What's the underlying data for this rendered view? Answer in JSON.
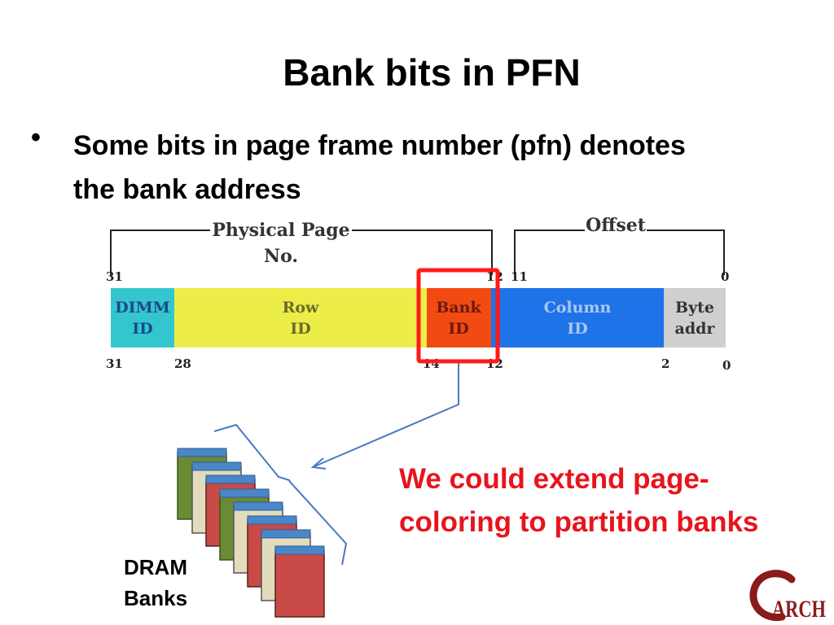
{
  "slide": {
    "title": "Bank bits in PFN",
    "bullet_marker": "•",
    "bullet_line1": "Some bits in page frame number (pfn) denotes",
    "bullet_line2": "the bank address",
    "note_line1": "We could extend page-",
    "note_line2": "coloring to partition banks",
    "dram_line1": "DRAM",
    "dram_line2": "Banks",
    "logo": "ARCH"
  },
  "address_diagram": {
    "physical_page_label_line1": "Physical Page",
    "physical_page_label_line2": "No.",
    "offset_label": "Offset",
    "top_bits": {
      "high": "31",
      "page_low": "12",
      "offset_high": "11",
      "offset_low": "0"
    },
    "fields": [
      {
        "name_line1": "DIMM",
        "name_line2": "ID",
        "color": "#33c6cf"
      },
      {
        "name_line1": "Row",
        "name_line2": "ID",
        "color": "#eded4a"
      },
      {
        "name_line1": "Bank",
        "name_line2": "ID",
        "color": "#f14b12"
      },
      {
        "name_line1": "Column",
        "name_line2": "ID",
        "color": "#1f73e8"
      },
      {
        "name_line1": "Byte",
        "name_line2": "addr",
        "color": "#cfcfcf"
      }
    ],
    "bottom_bits": [
      "31",
      "28",
      "14",
      "12",
      "2",
      "0"
    ],
    "highlight_color": "#ff1a1a"
  },
  "colors": {
    "accent_red": "#e8141c",
    "bank_green": "#6b8a35",
    "bank_beige": "#e2dcbd",
    "bank_red": "#c84b47",
    "bank_cap": "#4a86c8",
    "arrow_blue": "#4a78c0"
  }
}
